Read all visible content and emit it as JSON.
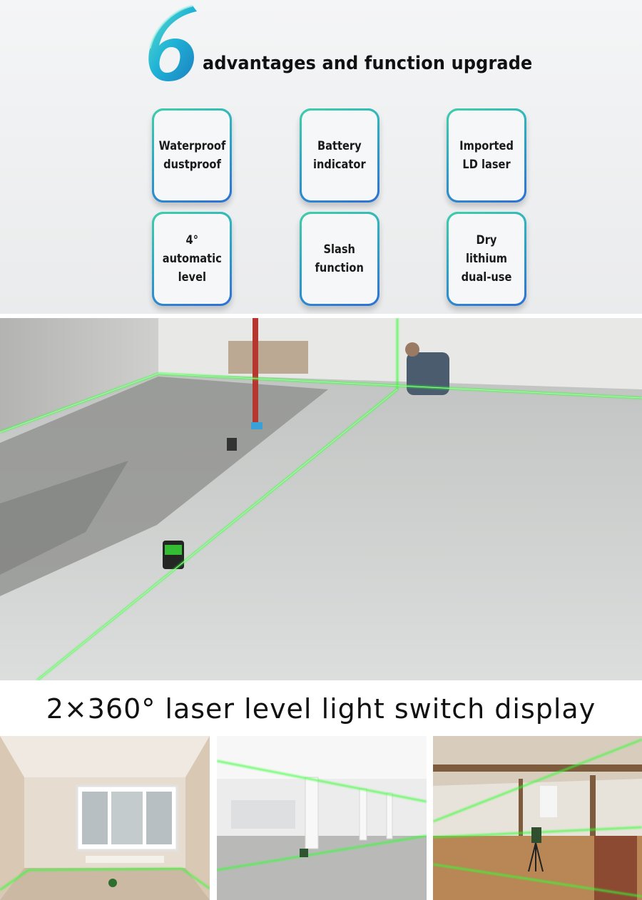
{
  "header": {
    "number": "6",
    "title": "advantages and function upgrade"
  },
  "features": [
    {
      "label": "Waterproof\ndustproof"
    },
    {
      "label": "Battery\nindicator"
    },
    {
      "label": "Imported\nLD laser"
    },
    {
      "label": "4°\nautomatic\nlevel"
    },
    {
      "label": "Slash\nfunction"
    },
    {
      "label": "Dry lithium\ndual-use"
    }
  ],
  "caption": "2×360° laser level light switch display",
  "colors": {
    "laser_green": "#33ff33",
    "card_border_start": "#3fd0a8",
    "card_border_end": "#2f6fd8",
    "panel_bg": "#eeeff0"
  }
}
